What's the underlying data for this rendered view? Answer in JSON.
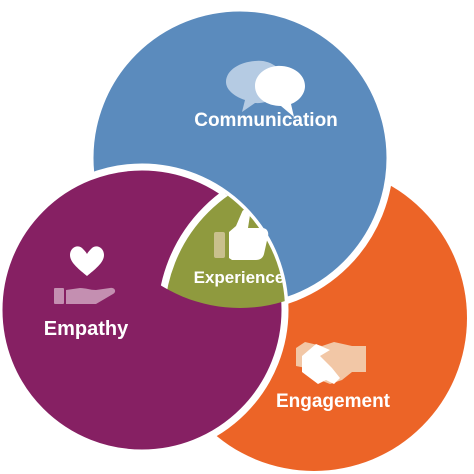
{
  "diagram": {
    "communication": {
      "label": "Communication",
      "icon": "speech-bubbles-icon",
      "color": "#5b8bbd"
    },
    "empathy": {
      "label": "Empathy",
      "icon": "heart-in-hand-icon",
      "color": "#862063"
    },
    "engagement": {
      "label": "Engagement",
      "icon": "handshake-icon",
      "color": "#ec6427"
    },
    "experience": {
      "label": "Experience",
      "icon": "thumbs-up-icon",
      "color": "#8f9a3e"
    },
    "outline_color": "#ffffff",
    "icon_tint": "#f2c7a6"
  }
}
